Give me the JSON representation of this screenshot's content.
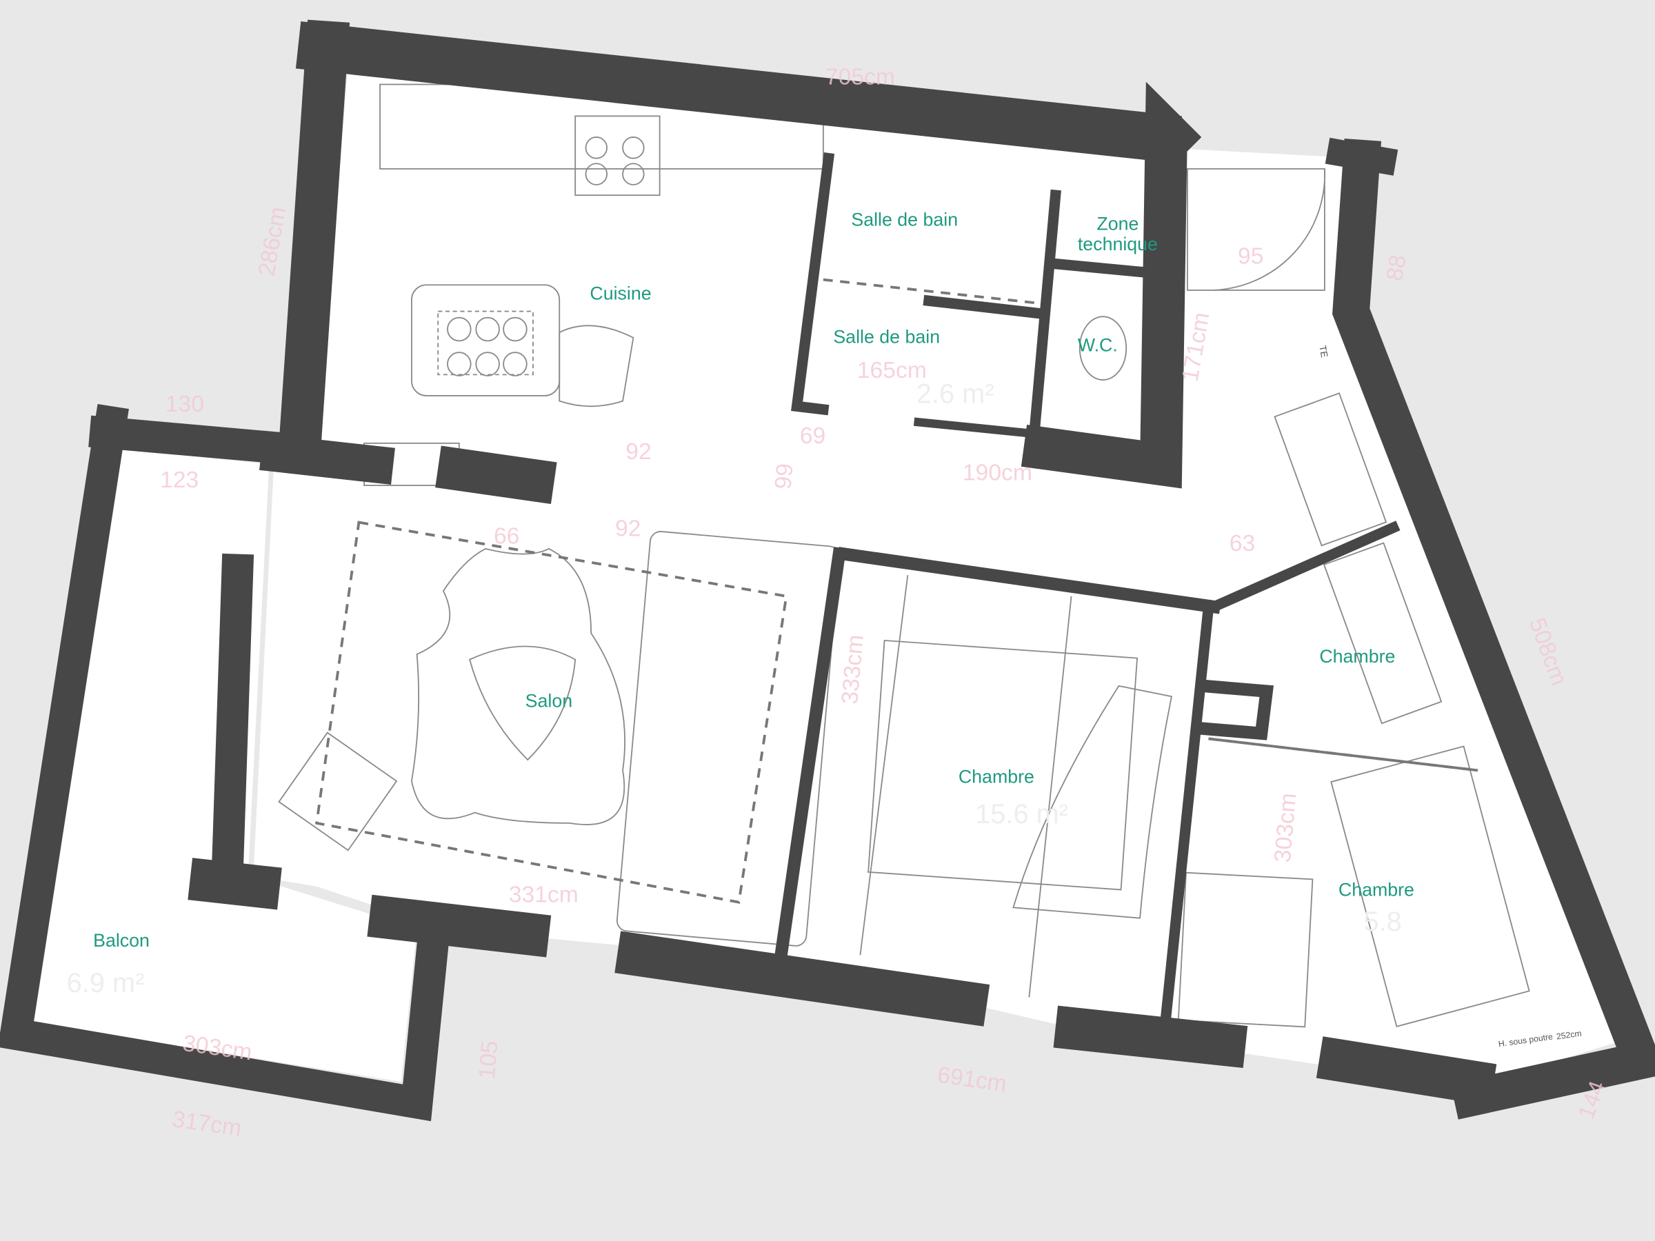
{
  "rooms": {
    "cuisine": "Cuisine",
    "sdb1": "Salle de bain",
    "sdb2": "Salle de bain",
    "zone1": "Zone",
    "zone2": "technique",
    "wc": "W.C.",
    "salon": "Salon",
    "chambre1": "Chambre",
    "chambre2": "Chambre",
    "chambre3": "Chambre",
    "balcon": "Balcon"
  },
  "areas": {
    "balcon": "6.9 m²",
    "chambre_main": "15.6 m²",
    "sdb": "2.6 m²",
    "chambre_small": "5.8"
  },
  "dimensions": {
    "top": "705cm",
    "kitchen_left": "286cm",
    "d130": "130",
    "d123": "123",
    "d92a": "92",
    "d92b": "92",
    "d66": "66",
    "d99": "99",
    "d69": "69",
    "d190": "190cm",
    "d63": "63",
    "d88": "88",
    "d95": "95",
    "d171": "171cm",
    "d508": "508cm",
    "d333": "333cm",
    "d303a": "303cm",
    "d331": "331cm",
    "d691": "691cm",
    "d303b": "303cm",
    "d317": "317cm",
    "d105": "105",
    "d144": "144",
    "d165": "165cm"
  },
  "annotations": {
    "te": "TE",
    "beam1": "H. sous poutre",
    "beam2": "252cm"
  }
}
